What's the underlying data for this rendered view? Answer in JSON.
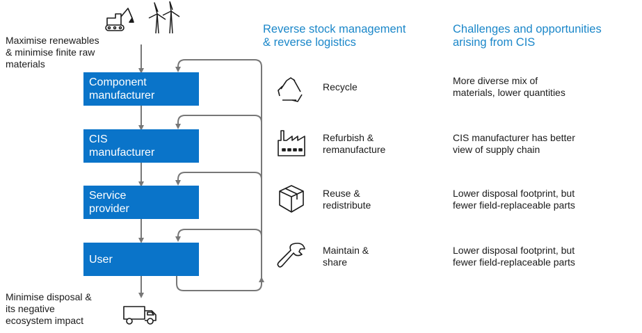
{
  "inputs": {
    "top_label": "Maximise renewables\n& minimise finite raw\nmaterials",
    "top_icons": [
      "excavator-icon",
      "wind-turbine-icon"
    ],
    "bottom_label": "Minimise disposal &\nits negative\necosystem impact",
    "bottom_icon": "dump-truck-icon"
  },
  "chain": [
    {
      "label": "Component\nmanufacturer"
    },
    {
      "label": "CIS\nmanufacturer"
    },
    {
      "label": "Service\nprovider"
    },
    {
      "label": "User"
    }
  ],
  "headers": {
    "reverse": "Reverse stock management\n& reverse logistics",
    "challenges": "Challenges and opportunities\narising from CIS"
  },
  "loops": [
    {
      "icon": "recycle-icon",
      "label": "Recycle",
      "challenge": "More diverse mix of\nmaterials, lower quantities"
    },
    {
      "icon": "factory-icon",
      "label": "Refurbish &\nremanufacture",
      "challenge": "CIS manufacturer has better\nview of supply chain"
    },
    {
      "icon": "box-icon",
      "label": "Reuse &\nredistribute",
      "challenge": "Lower disposal footprint, but\nfewer field-replaceable parts"
    },
    {
      "icon": "wrench-icon",
      "label": "Maintain &\nshare",
      "challenge": "Lower disposal footprint, but\nfewer field-replaceable parts"
    }
  ],
  "colors": {
    "box": "#0a74c9",
    "header": "#1b87c9",
    "arrow": "#777777"
  }
}
